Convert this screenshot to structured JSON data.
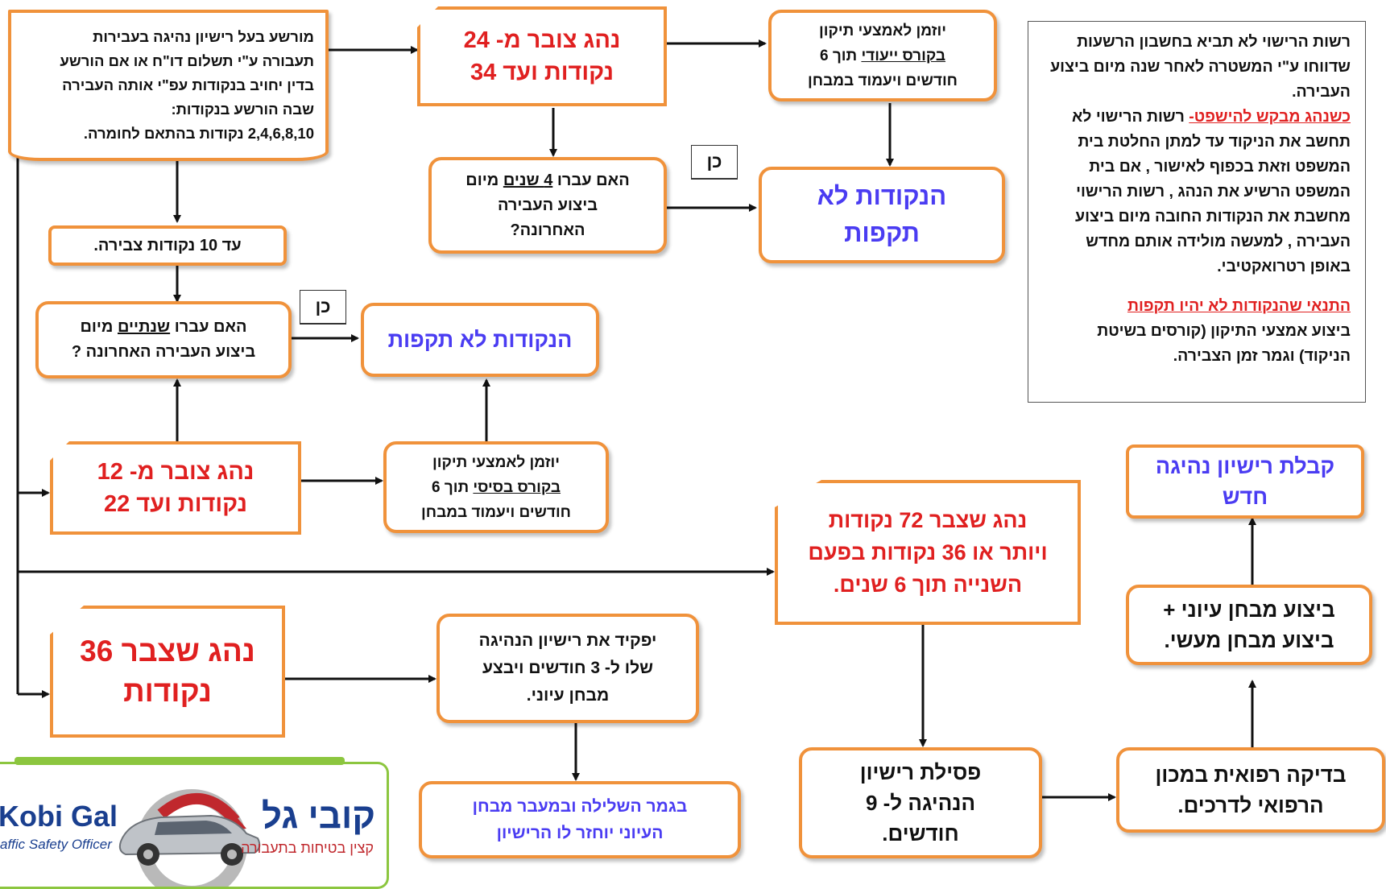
{
  "boxes": {
    "inherit": {
      "lines": [
        "מורשע בעל רישיון נהיגה בעבירות",
        "תעבורה ע\"י תשלום דו\"ח או אם הורשע",
        "בדין יחויב בנקודות עפ\"י אותה העבירה",
        "שבה הורשע בנקודות:",
        "2,4,6,8,10 נקודות בהתאם לחומרה."
      ]
    },
    "up_to_10": {
      "text": "עד 10 נקודות צבירה."
    },
    "two_years_q": {
      "line1_before": "האם עברו ",
      "line1_u": "שנתיים",
      "line1_after": " מיום",
      "line2": "ביצוע העבירה האחרונה ?"
    },
    "not_valid_mid": {
      "text": "הנקודות לא תקפות"
    },
    "pts_12_22": {
      "line1": "נהג צובר מ- 12",
      "line2": "נקודות ועד 22"
    },
    "basic_course": {
      "line1": "יוזמן לאמצעי תיקון",
      "line2_u": "בקורס בסיסי",
      "line2_after": " תוך 6",
      "line3": "חודשים  ויעמוד במבחן"
    },
    "pts_24_34": {
      "line1": "נהג צובר מ- 24",
      "line2": "נקודות ועד 34"
    },
    "special_course": {
      "line1": "יוזמן לאמצעי תיקון",
      "line2_u": "בקורס ייעודי",
      "line2_after": "  תוך 6",
      "line3": "חודשים  ויעמוד במבחן"
    },
    "four_years_q": {
      "line1_before": "האם עברו ",
      "line1_u": "4 שנים",
      "line1_after": "  מיום",
      "line2": "ביצוע העבירה",
      "line3": "האחרונה?"
    },
    "not_valid_top": {
      "line1": "הנקודות לא",
      "line2": "תקפות"
    },
    "pts_72": {
      "line1": "נהג שצבר 72  נקודות",
      "line2": "ויותר או 36 נקודות בפעם",
      "line3": "השנייה תוך 6 שנים."
    },
    "pts_36": {
      "line1": "נהג שצבר 36",
      "line2": "נקודות"
    },
    "deposit": {
      "line1": "יפקיד את רישיון הנהיגה",
      "line2": "שלו ל- 3 חודשים ויבצע",
      "line3": "מבחן עיוני."
    },
    "return_license": {
      "line1": "בגמר השלילה ובמעבר מבחן",
      "line2": "העיוני יוחזר לו הרישיון"
    },
    "disqualify": {
      "line1": "פסילת רישיון",
      "line2": "הנהיגה ל- 9",
      "line3": "חודשים."
    },
    "medical": {
      "line1": "בדיקה רפואית במכון",
      "line2": "הרפואי לדרכים."
    },
    "tests": {
      "line1": "ביצוע מבחן עיוני +",
      "line2": "ביצוע מבחן מעשי."
    },
    "new_license": {
      "line1": "קבלת רישיון נהיגה",
      "line2": "חדש"
    }
  },
  "yes_labels": {
    "top": "כן",
    "mid": "כן"
  },
  "notes": {
    "p1": "רשות הרישוי לא תביא בחשבון הרשעות שדווחו ע\"י המשטרה לאחר שנה מיום ביצוע העבירה.",
    "p2_red": "כשנהג מבקש להישפט-",
    "p2_rest": " רשות הרישוי לא תחשב את הניקוד עד למתן החלטת בית המשפט וזאת בכפוף לאישור , אם בית המשפט הרשיע את הנהג , רשות הרישוי מחשבת את הנקודות החובה מיום ביצוע העבירה , למעשה מולידה אותם מחדש באופן רטרואקטיבי.",
    "p3_red": "התנאי שהנקודות לא יהיו תקפות",
    "p3_rest": "ביצוע אמצעי התיקון (קורסים בשיטת הניקוד) וגמר זמן הצבירה."
  },
  "logo": {
    "name_he": "קובי גל",
    "tag_he": "קצין בטיחות בתעבורה",
    "name_en": "Kobi Gal",
    "tag_en": "affic Safety Officer"
  },
  "colors": {
    "orange": "#f0923b",
    "red": "#e02020",
    "blue": "#4a3cf2",
    "green": "#8cc63f",
    "logo_red": "#c0282d"
  }
}
